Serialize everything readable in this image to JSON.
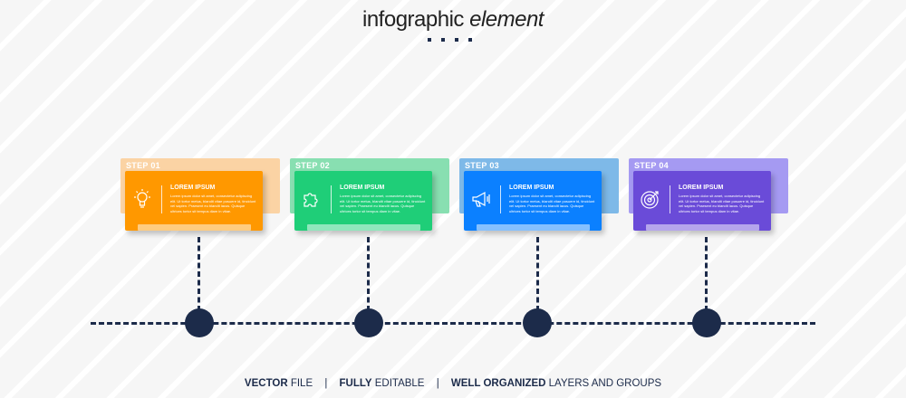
{
  "title": {
    "main": "infographic",
    "accent": "element"
  },
  "steps": [
    {
      "label": "STEP 01",
      "heading": "LOREM IPSUM",
      "text": "Lorem ipsum dolor sit amet, consectetur adipiscing elit. Ut tortor metus, blandit vitae posuere id, tincidunt vel sapien. Praesent eu blandit lacus. Quisque ultrices tortor sit tempus diam in vitae.",
      "icon": "lightbulb-icon",
      "back_color": "#fbd3a4",
      "front_color": "#ff9800"
    },
    {
      "label": "STEP 02",
      "heading": "LOREM IPSUM",
      "text": "Lorem ipsum dolor sit amet, consectetur adipiscing elit. Ut tortor metus, blandit vitae posuere id, tincidunt vel sapien. Praesent eu blandit lacus. Quisque ultrices tortor sit tempus diam in vitae.",
      "icon": "puzzle-icon",
      "back_color": "#88dfb1",
      "front_color": "#1fce78"
    },
    {
      "label": "STEP 03",
      "heading": "LOREM IPSUM",
      "text": "Lorem ipsum dolor sit amet, consectetur adipiscing elit. Ut tortor metus, blandit vitae posuere id, tincidunt vel sapien. Praesent eu blandit lacus. Quisque ultrices tortor sit tempus diam in vitae.",
      "icon": "megaphone-icon",
      "back_color": "#7eb9e8",
      "front_color": "#0b80ff"
    },
    {
      "label": "STEP 04",
      "heading": "LOREM IPSUM",
      "text": "Lorem ipsum dolor sit amet, consectetur adipiscing elit. Ut tortor metus, blandit vitae posuere id, tincidunt vel sapien. Praesent eu blandit lacus. Quisque ultrices tortor sit tempus diam in vitae.",
      "icon": "target-icon",
      "back_color": "#a59af2",
      "front_color": "#6a4bd8"
    }
  ],
  "footer": {
    "part1_bold": "VECTOR",
    "part1_rest": " FILE",
    "part2_bold": "FULLY",
    "part2_rest": " EDITABLE",
    "part3_bold": "WELL ORGANIZED",
    "part3_rest": " LAYERS AND GROUPS",
    "separator": "|"
  },
  "side_id": "637357328",
  "colors": {
    "navy": "#1c2b4a"
  }
}
